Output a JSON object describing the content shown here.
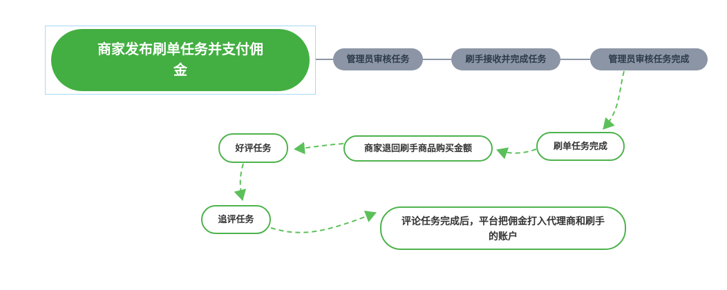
{
  "app": {
    "view": "flowchart-canvas"
  },
  "colors": {
    "node_fill_green": "#43af42",
    "node_border_green": "#4cb24b",
    "dashed_arrow_green": "#5cc05a",
    "gray_node_fill": "#8b95a5",
    "gray_connector": "#8b95a5",
    "gray_node_text": "#2d3a4a",
    "green_node_text": "#333333",
    "big_node_text": "#ffffff",
    "selection_border_blue": "#a5d9f5",
    "canvas_background": "#ffffff"
  },
  "nodes": {
    "publish": {
      "label": "商家发布刷单任务并支付佣\n金"
    },
    "admin_review": {
      "label": "管理员审核任务"
    },
    "brusher_complete": {
      "label": "刷手接收并完成任务"
    },
    "admin_review_done": {
      "label": "管理员审核任务完成"
    },
    "task_done": {
      "label": "刷单任务完成"
    },
    "refund": {
      "label": "商家退回刷手商品购买金额"
    },
    "positive_review": {
      "label": "好评任务"
    },
    "followup_review": {
      "label": "追评任务"
    },
    "commission": {
      "label": "评论任务完成后，平台把佣金打入代理商和刷手\n的账户"
    }
  },
  "edges": [
    {
      "from": "publish",
      "to": "admin_review",
      "style": "solid-gray"
    },
    {
      "from": "admin_review",
      "to": "brusher_complete",
      "style": "solid-gray"
    },
    {
      "from": "brusher_complete",
      "to": "admin_review_done",
      "style": "solid-gray"
    },
    {
      "from": "admin_review_done",
      "to": "task_done",
      "style": "dashed-green-arrow"
    },
    {
      "from": "task_done",
      "to": "refund",
      "style": "dashed-green-arrow"
    },
    {
      "from": "refund",
      "to": "positive_review",
      "style": "dashed-green-arrow"
    },
    {
      "from": "positive_review",
      "to": "followup_review",
      "style": "dashed-green-arrow"
    },
    {
      "from": "followup_review",
      "to": "commission",
      "style": "dashed-green-arrow"
    }
  ]
}
